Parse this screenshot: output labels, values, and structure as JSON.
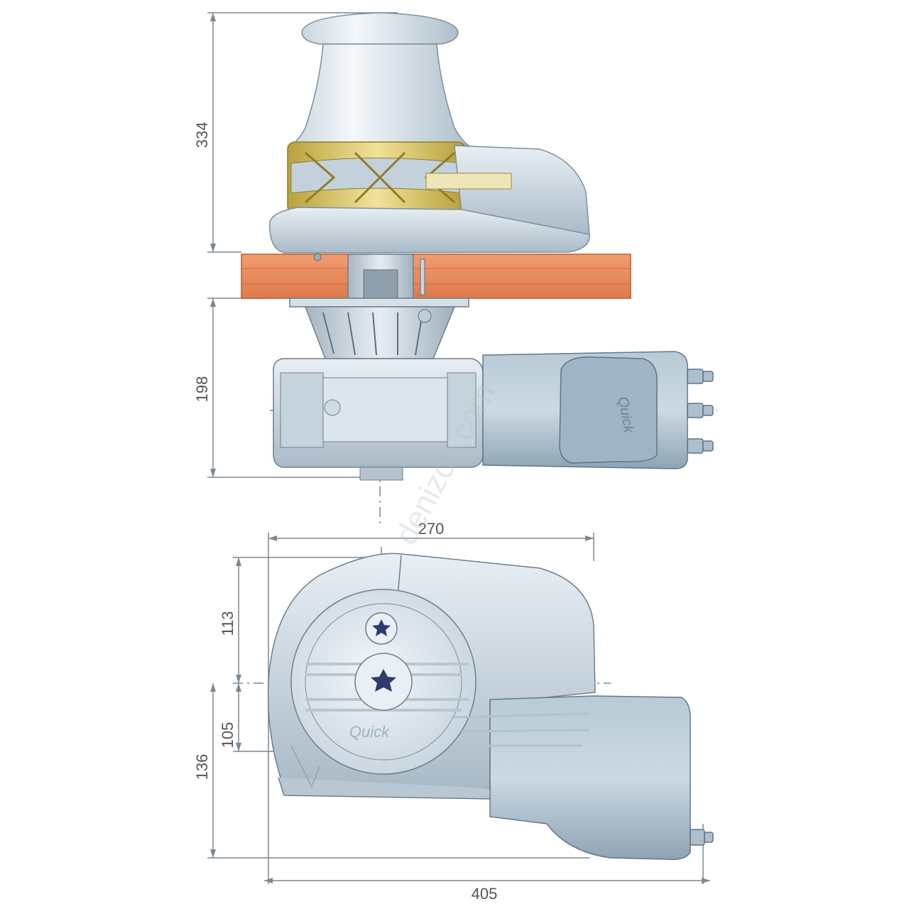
{
  "dimensions": {
    "top_height": "334",
    "motor_height": "198",
    "width_top": "270",
    "left_upper": "113",
    "left_middle": "105",
    "left_total": "136",
    "overall_width": "405"
  },
  "watermark": "denizon.com",
  "logo_text": "Quick",
  "colors": {
    "body_light": "#dfe8ef",
    "body_mid": "#c3d1dc",
    "body_dark": "#93a7b6",
    "gypsy_gold": "#d8c35a",
    "deck_orange": "#e9895a",
    "dim_line": "#7c8790"
  }
}
